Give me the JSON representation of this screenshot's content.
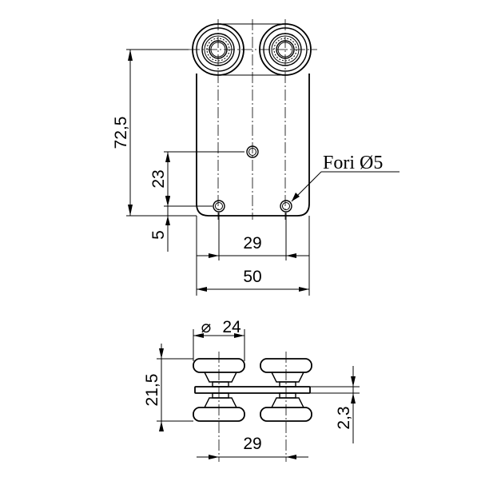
{
  "top_view": {
    "dim_height_total": "72,5",
    "dim_hole_offset": "23",
    "dim_bottom_offset": "5",
    "dim_hole_spacing": "29",
    "dim_width": "50",
    "hole_note": "Fori Ø5"
  },
  "side_view": {
    "dim_wheel_diameter": "24",
    "diameter_symbol": "⌀",
    "dim_height": "21,5",
    "dim_plate_thickness": "2,3",
    "dim_wheel_spacing": "29"
  }
}
